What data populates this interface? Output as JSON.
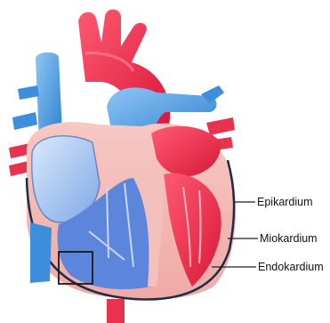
{
  "labels": {
    "epikardium": "Epikardium",
    "miokardium": "Miokardium",
    "endokardium": "Endokardium"
  },
  "colors": {
    "oxygenated": "#e8334f",
    "deoxygenated": "#3d8fdc",
    "myocardium": "#f4b7b4",
    "epicardium_line": "#1c2d4a",
    "leader_line": "#222222"
  }
}
